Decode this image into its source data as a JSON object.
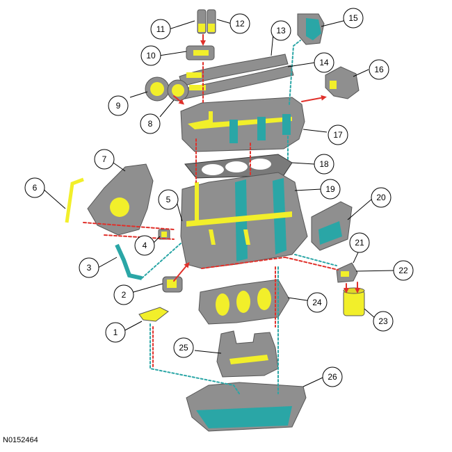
{
  "figure_id": "N0152464",
  "callouts": [
    "1",
    "2",
    "3",
    "4",
    "5",
    "6",
    "7",
    "8",
    "9",
    "10",
    "11",
    "12",
    "13",
    "14",
    "15",
    "16",
    "17",
    "18",
    "19",
    "20",
    "21",
    "22",
    "23",
    "24",
    "25",
    "26"
  ],
  "colors": {
    "pressure_oil": "#f2ef2a",
    "return_oil": "#2aa6a6",
    "flow_arrow": "#e0302a",
    "component": "#8f8f8f",
    "component_dark": "#5e5e5e",
    "leader": "#000000"
  }
}
